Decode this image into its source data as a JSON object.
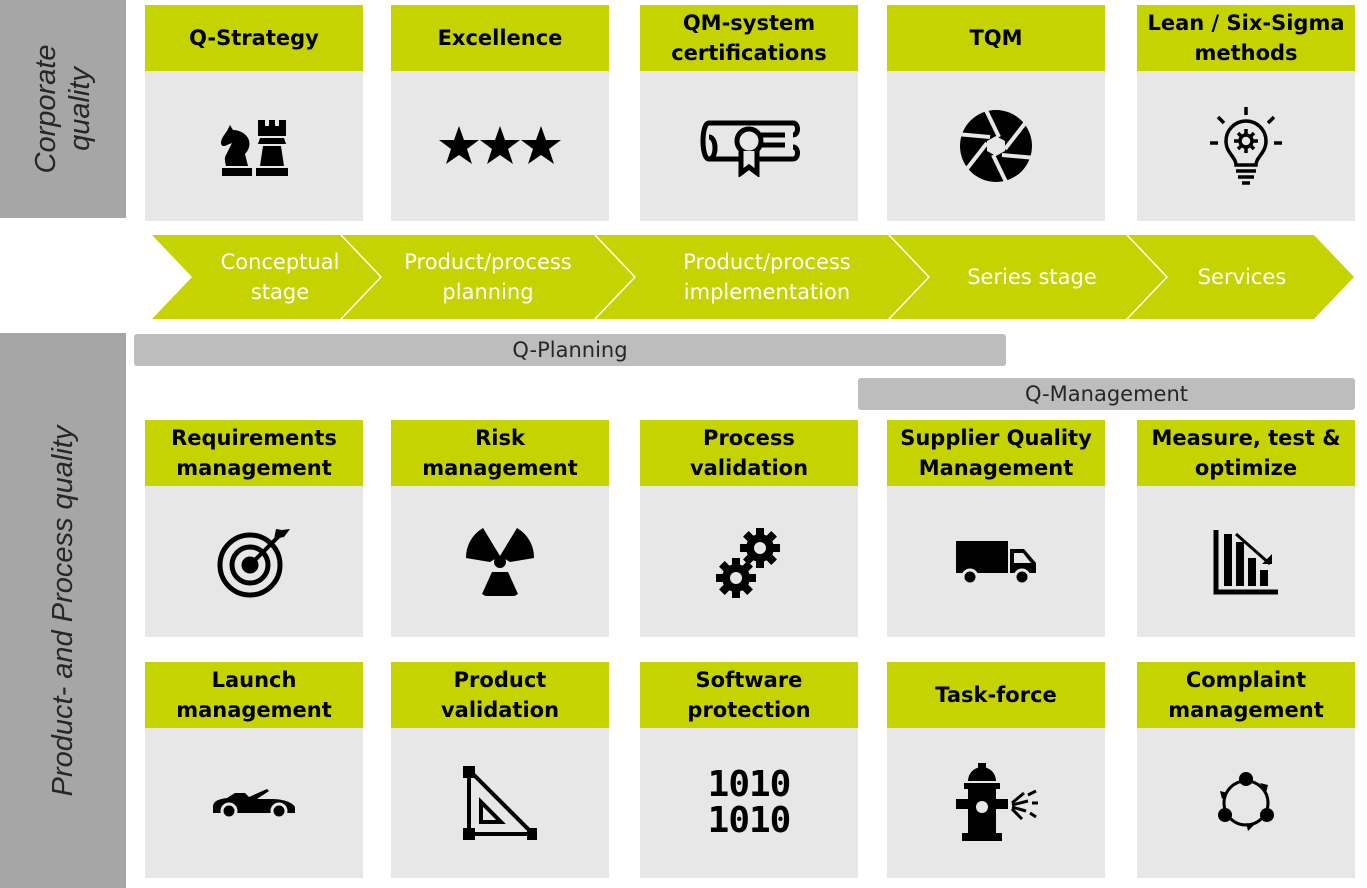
{
  "side_labels": {
    "corporate": [
      "Corporate",
      "quality"
    ],
    "product_process": "Product- and Process quality"
  },
  "corporate_cards": [
    {
      "title": [
        "Q-Strategy"
      ],
      "icon": "chess-icon"
    },
    {
      "title": [
        "Excellence"
      ],
      "icon": "three-stars-icon"
    },
    {
      "title": [
        "QM-system",
        "certifications"
      ],
      "icon": "certificate-icon"
    },
    {
      "title": [
        "TQM"
      ],
      "icon": "aperture-icon"
    },
    {
      "title": [
        "Lean / Six-Sigma",
        "methods"
      ],
      "icon": "lightbulb-gear-icon"
    }
  ],
  "stages": [
    [
      "Conceptual",
      "stage"
    ],
    [
      "Product/process",
      "planning"
    ],
    [
      "Product/process",
      "implementation"
    ],
    [
      "Series stage"
    ],
    [
      "Services"
    ]
  ],
  "bars": {
    "planning": "Q-Planning",
    "management": "Q-Management"
  },
  "row1_cards": [
    {
      "title": [
        "Requirements",
        "management"
      ],
      "icon": "target-icon"
    },
    {
      "title": [
        "Risk",
        "management"
      ],
      "icon": "radiation-icon"
    },
    {
      "title": [
        "Process",
        "validation"
      ],
      "icon": "gears-icon"
    },
    {
      "title": [
        "Supplier Quality",
        "Management"
      ],
      "icon": "truck-icon"
    },
    {
      "title": [
        "Measure, test &",
        "optimize"
      ],
      "icon": "bar-chart-down-icon"
    }
  ],
  "row2_cards": [
    {
      "title": [
        "Launch",
        "management"
      ],
      "icon": "car-icon"
    },
    {
      "title": [
        "Product",
        "validation"
      ],
      "icon": "set-square-icon"
    },
    {
      "title": [
        "Software",
        "protection"
      ],
      "icon": "binary-icon",
      "glyph": [
        "1010",
        "1010"
      ]
    },
    {
      "title": [
        "Task-force"
      ],
      "icon": "hydrant-icon"
    },
    {
      "title": [
        "Complaint",
        "management"
      ],
      "icon": "cycle-icon"
    }
  ],
  "colors": {
    "accent": "#c5d400",
    "card_bg": "#e7e7e7",
    "side_bg": "#a6a6a6",
    "bar_bg": "#bdbdbd"
  }
}
